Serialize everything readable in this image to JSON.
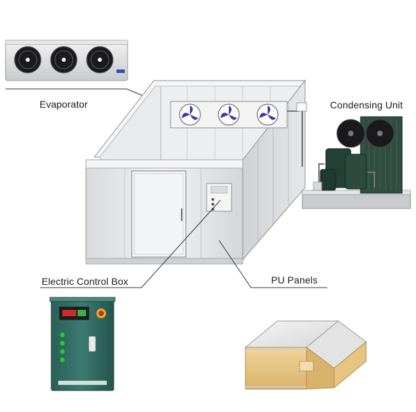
{
  "labels": {
    "evaporator": "Evaporator",
    "condensing_unit": "Condensing Unit",
    "electric_control_box": "Electric Control Box",
    "pu_panels": "PU Panels"
  },
  "colors": {
    "background": "#ffffff",
    "room_panel": "#e4e5e7",
    "control_box_body": "#2f6b63",
    "fan_blade": "#3a3aa8",
    "compressor_body": "#2c4a3e",
    "pu_foam": "#e8c98a",
    "leader_line": "#333333"
  },
  "icons": [
    "evaporator-unit-image",
    "cold-room-image",
    "condensing-unit-image",
    "electric-control-box-image",
    "pu-panels-image"
  ]
}
